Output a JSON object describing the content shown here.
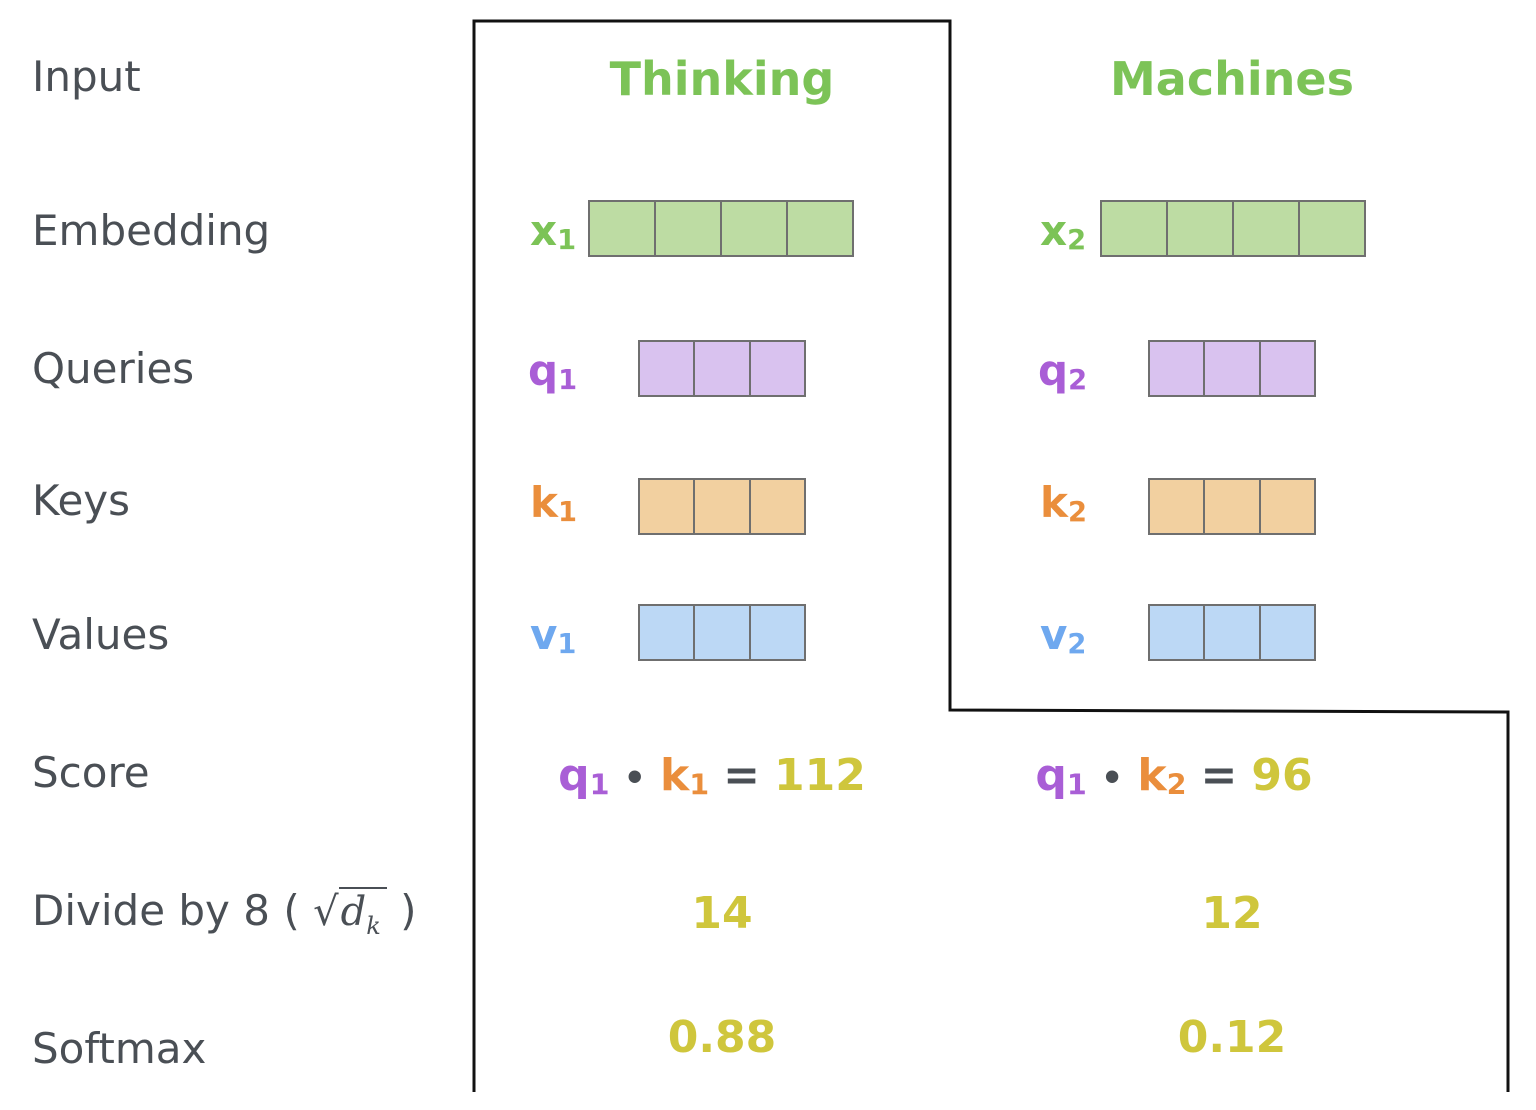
{
  "rows": {
    "input": "Input",
    "embedding": "Embedding",
    "queries": "Queries",
    "keys": "Keys",
    "values": "Values",
    "score": "Score",
    "divide": "Divide by 8 (",
    "divide_close": ")",
    "softmax": "Softmax"
  },
  "sqrt_symbol": "√",
  "sqrt_base": "d",
  "sqrt_sub": "k",
  "colors": {
    "label": "#4a4f55",
    "green": "#7cc357",
    "purple": "#a95ed6",
    "orange": "#ea8e3c",
    "blue": "#6ea8ef",
    "yellow": "#cfc63c",
    "embedding_fill": "#bddca3",
    "query_fill": "#d9c2ef",
    "key_fill": "#f2d0a0",
    "value_fill": "#bcd8f5"
  },
  "words": [
    {
      "text": "Thinking",
      "x_sym": "x",
      "x_sub": "1",
      "q_sym": "q",
      "q_sub": "1",
      "k_sym": "k",
      "k_sub": "1",
      "v_sym": "v",
      "v_sub": "1",
      "score": {
        "q": "q",
        "q_sub": "1",
        "k": "k",
        "k_sub": "1",
        "dot": "•",
        "eq": "=",
        "value": "112"
      },
      "divided": "14",
      "softmax": "0.88"
    },
    {
      "text": "Machines",
      "x_sym": "x",
      "x_sub": "2",
      "q_sym": "q",
      "q_sub": "2",
      "k_sym": "k",
      "k_sub": "2",
      "v_sym": "v",
      "v_sub": "2",
      "score": {
        "q": "q",
        "q_sub": "1",
        "k": "k",
        "k_sub": "2",
        "dot": "•",
        "eq": "=",
        "value": "96"
      },
      "divided": "12",
      "softmax": "0.12"
    }
  ]
}
